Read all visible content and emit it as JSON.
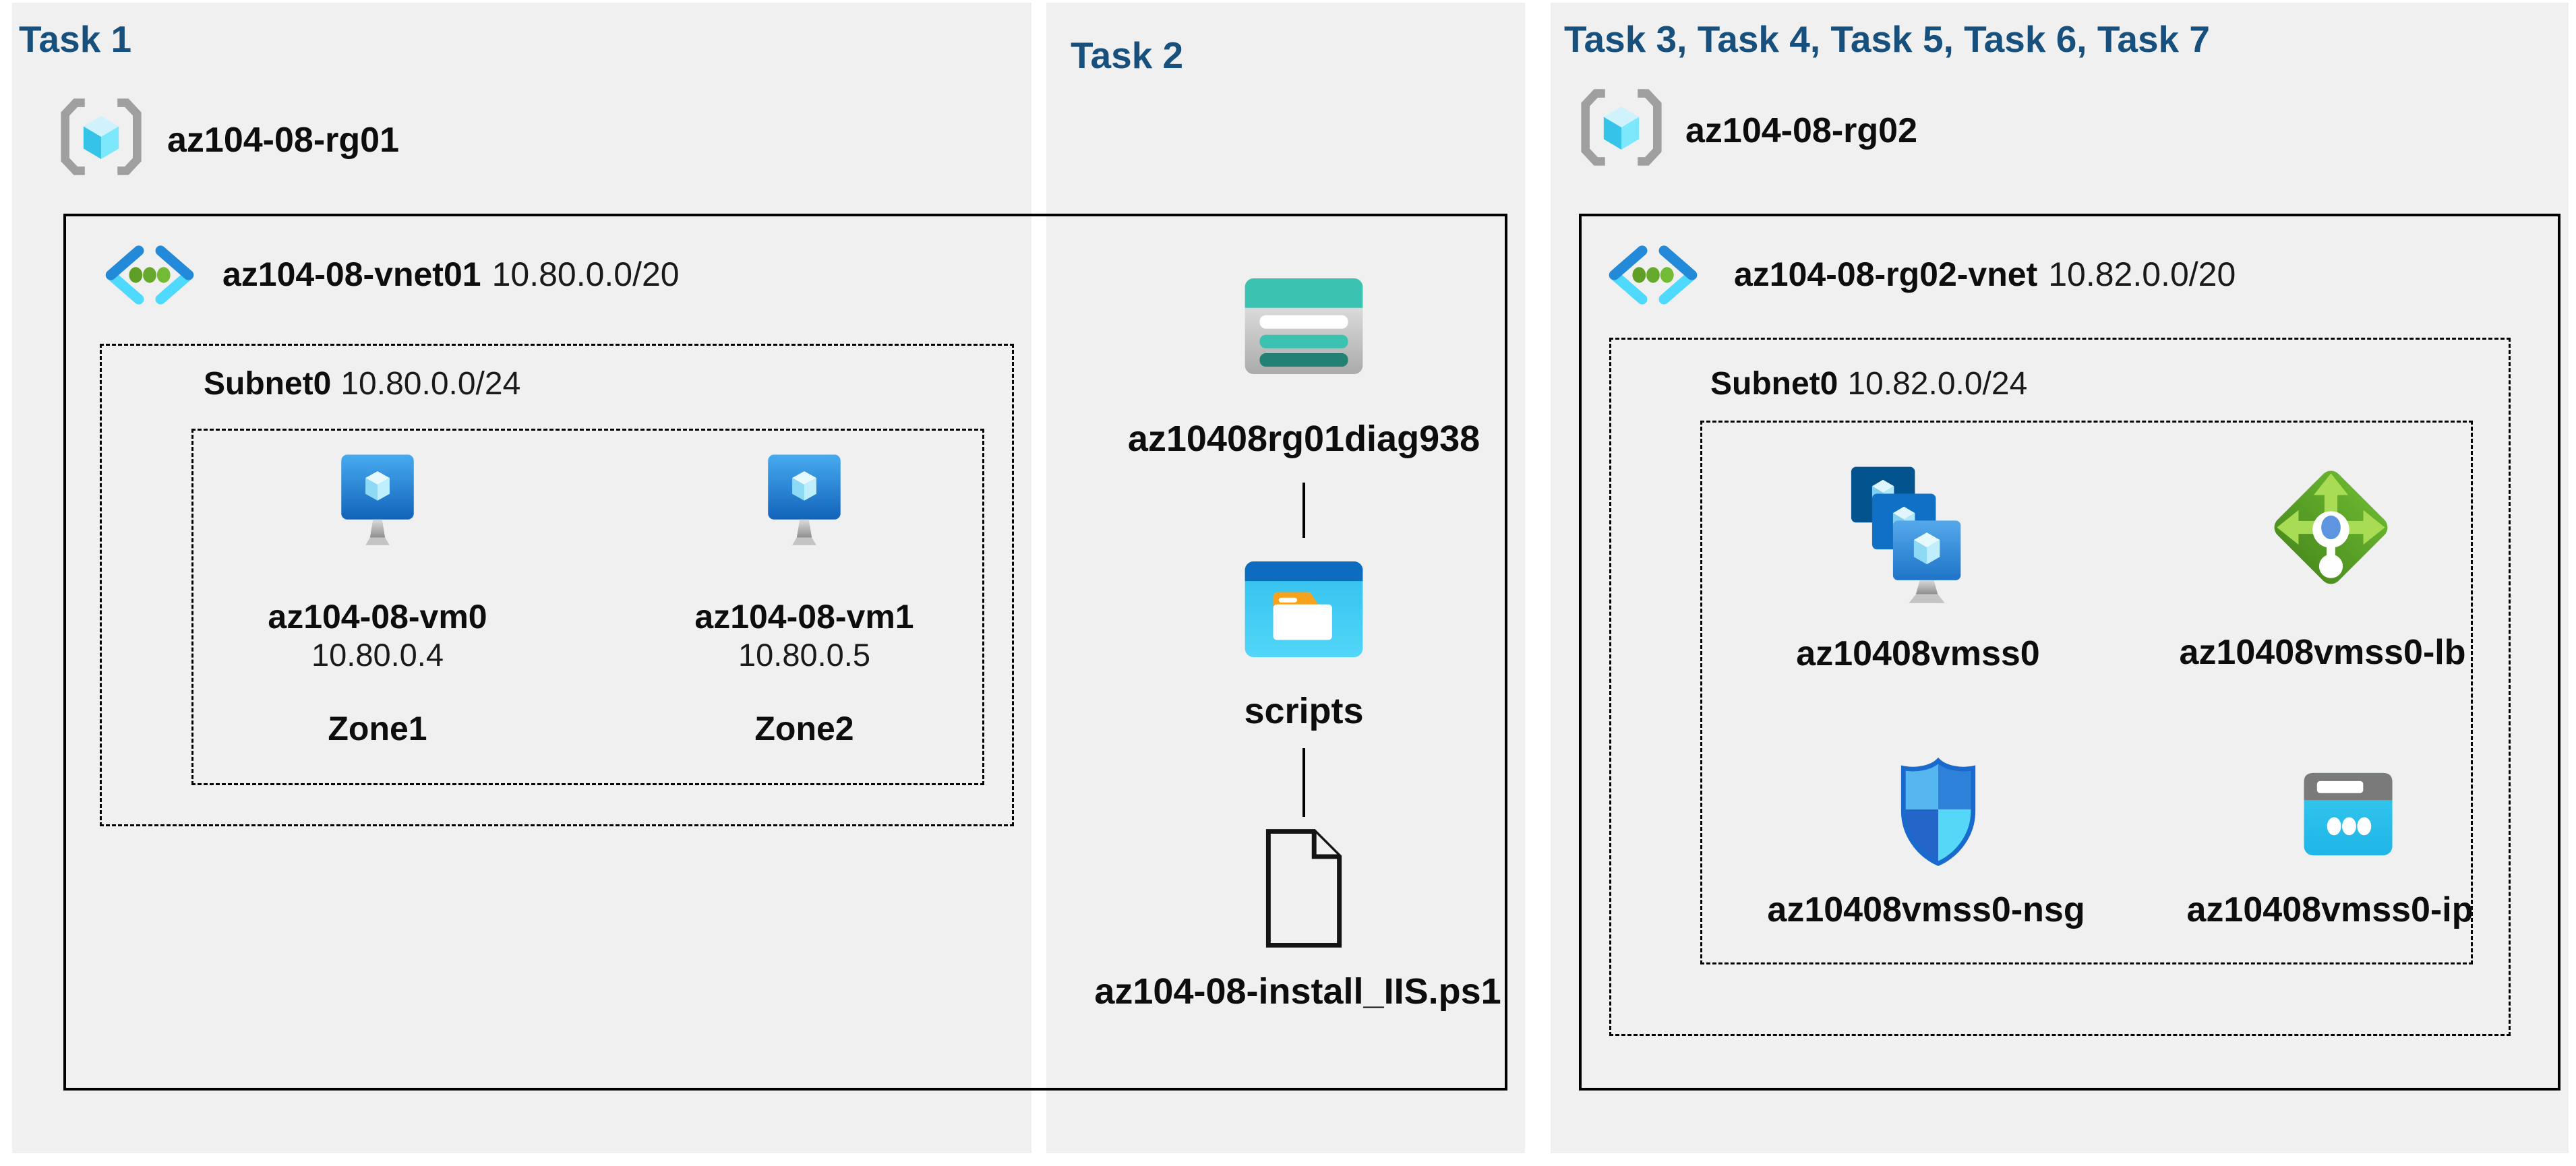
{
  "colors": {
    "title_blue": "#17507c",
    "panel_bg": "#f0f0f0",
    "connector_black": "#000000",
    "azure_blue": "#2389d9",
    "azure_cyan": "#4fd9fd",
    "teal_storage": "#3bc2b0",
    "green_lb": "#5aa428"
  },
  "panels": {
    "task1": {
      "title": "Task 1",
      "resource_group": "az104-08-rg01",
      "vnet_name": "az104-08-vnet01",
      "vnet_cidr": "10.80.0.0/20",
      "subnet_name": "Subnet0",
      "subnet_cidr": "10.80.0.0/24",
      "vms": [
        {
          "name": "az104-08-vm0",
          "ip": "10.80.0.4",
          "zone": "Zone1"
        },
        {
          "name": "az104-08-vm1",
          "ip": "10.80.0.5",
          "zone": "Zone2"
        }
      ]
    },
    "task2": {
      "title": "Task 2",
      "storage_account": "az10408rg01diag938",
      "blob_container": "scripts",
      "script_file": "az104-08-install_IIS.ps1"
    },
    "task3": {
      "title": "Task 3, Task 4, Task 5, Task 6, Task 7",
      "resource_group": "az104-08-rg02",
      "vnet_name": "az104-08-rg02-vnet",
      "vnet_cidr": "10.82.0.0/20",
      "subnet_name": "Subnet0",
      "subnet_cidr": "10.82.0.0/24",
      "resources": [
        {
          "name": "az10408vmss0",
          "type": "vm-scale-set"
        },
        {
          "name": "az10408vmss0-lb",
          "type": "load-balancer"
        },
        {
          "name": "az10408vmss0-nsg",
          "type": "network-security-group"
        },
        {
          "name": "az10408vmss0-ip",
          "type": "public-ip"
        }
      ]
    }
  }
}
